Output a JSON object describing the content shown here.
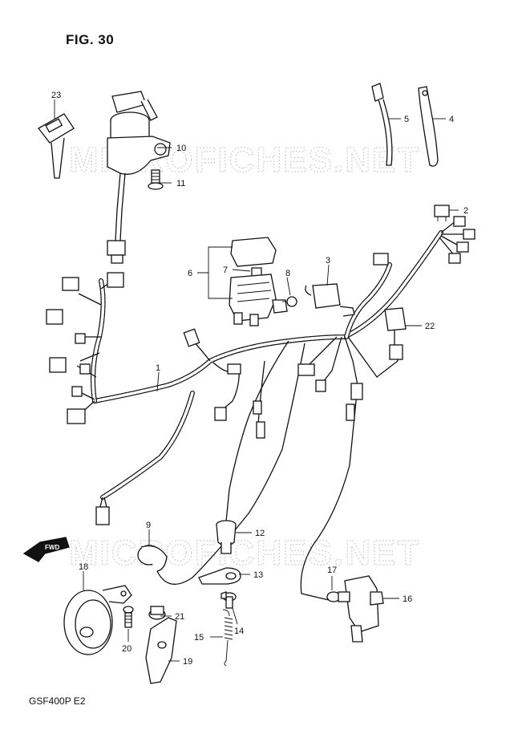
{
  "figure": {
    "title": "FIG. 30",
    "model": "GSF400P  E2"
  },
  "watermarks": [
    "MICROFICHES.NET",
    "MICROFICHES.NET"
  ],
  "fwd_label": "FWD",
  "callouts": {
    "c1": "1",
    "c2": "2",
    "c3": "3",
    "c4": "4",
    "c5": "5",
    "c6": "6",
    "c7": "7",
    "c8": "8",
    "c9": "9",
    "c10": "10",
    "c11": "11",
    "c12": "12",
    "c13": "13",
    "c14": "14",
    "c15": "15",
    "c16": "16",
    "c17": "17",
    "c18": "18",
    "c19": "19",
    "c20": "20",
    "c21": "21",
    "c22": "22",
    "c23": "23"
  }
}
